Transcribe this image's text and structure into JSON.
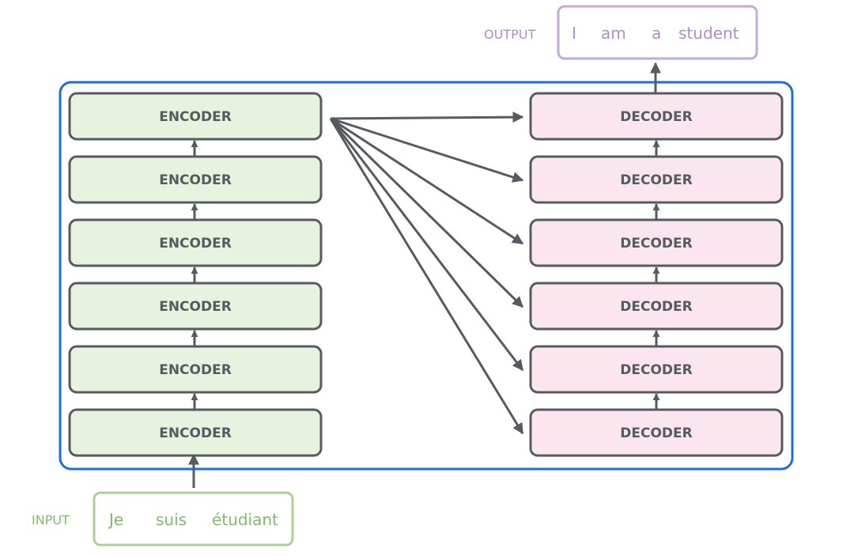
{
  "encoder_label": "ENCODER",
  "decoder_label": "DECODER",
  "layer_count": 6,
  "input": {
    "label": "INPUT",
    "words": [
      "Je",
      "suis",
      "étudiant"
    ]
  },
  "output": {
    "label": "OUTPUT",
    "words": [
      "I",
      "am",
      "a",
      "student"
    ]
  },
  "colors": {
    "container_border": "#1a6ee0",
    "encoder_fill": "#e7f2df",
    "decoder_fill": "#fbe6ef",
    "block_border": "#555b61",
    "arrow": "#555b61",
    "input": "#80bb6a",
    "output": "#b18cc9"
  }
}
